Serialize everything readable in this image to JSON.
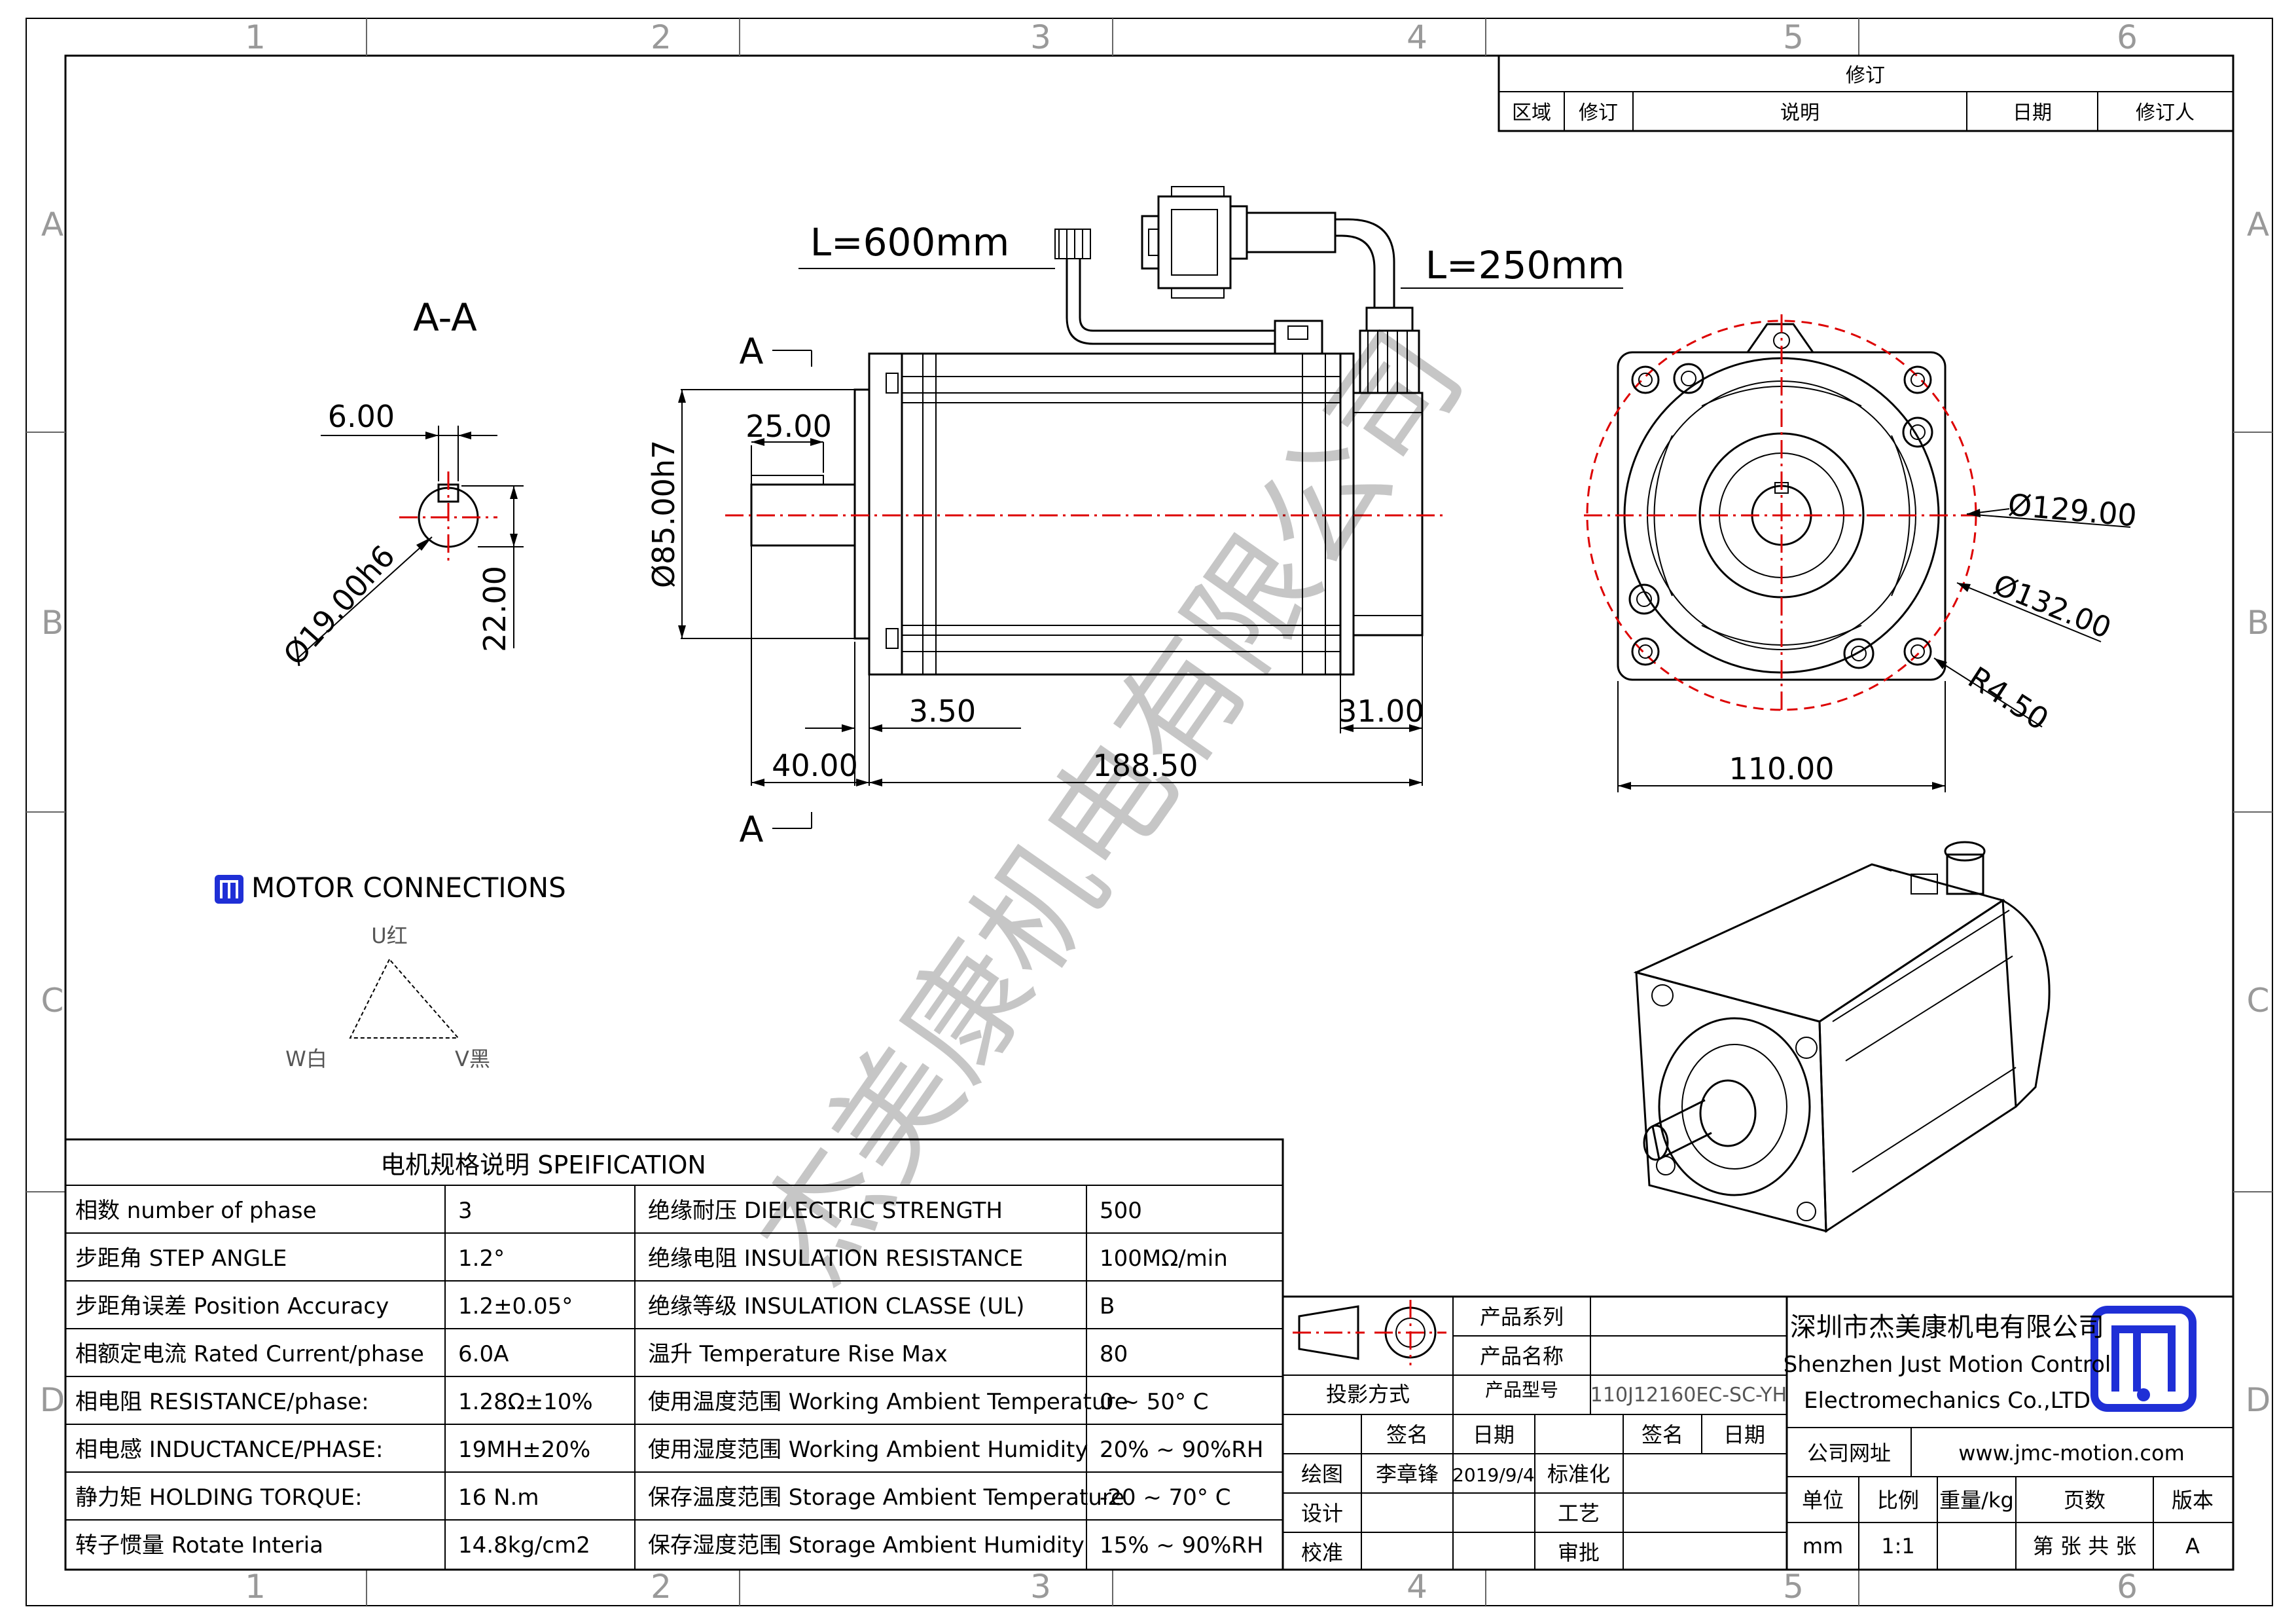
{
  "frame": {
    "col_labels": [
      "1",
      "2",
      "3",
      "4",
      "5",
      "6"
    ],
    "row_labels": [
      "A",
      "B",
      "C",
      "D"
    ]
  },
  "revision_table": {
    "title": "修订",
    "headers": [
      "区域",
      "修订",
      "说明",
      "日期",
      "修订人"
    ]
  },
  "views": {
    "section_title": "A-A",
    "section_marker": "A",
    "dims": {
      "key_width": "6.00",
      "shaft_dia": "Ø19.00h6",
      "key_depth": "22.00",
      "shaft_key_len": "25.00",
      "pilot_dia": "Ø85.00h7",
      "pilot_len": "3.50",
      "encoder_len": "31.00",
      "shaft_len": "40.00",
      "body_len": "188.50",
      "cable_power": "L=600mm",
      "cable_encoder": "L=250mm",
      "bolt_circle": "Ø129.00",
      "outer_circle": "Ø132.00",
      "corner_radius": "R4.50",
      "flange_size": "110.00"
    }
  },
  "watermark": "杰美康机电有限公司",
  "connections": {
    "title": "MOTOR CONNECTIONS",
    "u_label": "U红",
    "v_label": "V黑",
    "w_label": "W白"
  },
  "spec": {
    "title": "电机规格说明 SPEIFICATION",
    "rows": [
      {
        "l1": "相数 number of phase",
        "v1": "3",
        "l2": "绝缘耐压 DIELECTRIC STRENGTH",
        "v2": "500"
      },
      {
        "l1": "步距角 STEP ANGLE",
        "v1": "1.2°",
        "l2": "绝缘电阻 INSULATION RESISTANCE",
        "v2": "100MΩ/min"
      },
      {
        "l1": "步距角误差 Position Accuracy",
        "v1": "1.2±0.05°",
        "l2": "绝缘等级 INSULATION CLASSE (UL)",
        "v2": "B"
      },
      {
        "l1": "相额定电流 Rated Current/phase",
        "v1": "6.0A",
        "l2": "温升 Temperature Rise Max",
        "v2": "80"
      },
      {
        "l1": "相电阻 RESISTANCE/phase:",
        "v1": "1.28Ω±10%",
        "l2": "使用温度范围 Working Ambient Temperature",
        "v2": "0 ~ 50° C"
      },
      {
        "l1": "相电感 INDUCTANCE/PHASE:",
        "v1": "19MH±20%",
        "l2": "使用湿度范围 Working Ambient Humidity",
        "v2": "20% ~ 90%RH"
      },
      {
        "l1": "静力矩 HOLDING TORQUE:",
        "v1": "16 N.m",
        "l2": "保存温度范围 Storage Ambient Temperature",
        "v2": "-20 ~ 70° C"
      },
      {
        "l1": "转子惯量 Rotate Interia",
        "v1": "14.8kg/cm2",
        "l2": "保存湿度范围 Storage Ambient Humidity",
        "v2": "15% ~ 90%RH"
      }
    ]
  },
  "titleblock": {
    "projection": "投影方式",
    "product_series": "产品系列",
    "product_name": "产品名称",
    "product_model_label": "产品型号",
    "product_model": "110J12160EC-SC-YH",
    "sign": "签名",
    "date": "日期",
    "sign2": "签名",
    "date2": "日期",
    "draw": "绘图",
    "drawer": "李章锋",
    "draw_date": "2019/9/4",
    "standardize": "标准化",
    "design": "设计",
    "process": "工艺",
    "check": "校准",
    "approve": "审批",
    "company_cn": "深圳市杰美康机电有限公司",
    "company_en1": "Shenzhen Just Motion Control",
    "company_en2": "Electromechanics Co.,LTD",
    "website_label": "公司网址",
    "website": "www.jmc-motion.com",
    "unit_label": "单位",
    "scale_label": "比例",
    "weight_label": "重量/kg",
    "pages_label": "页数",
    "version_label": "版本",
    "unit": "mm",
    "scale": "1:1",
    "pages": "第 张 共 张",
    "version": "A"
  },
  "colors": {
    "line": "#000000",
    "center": "#dd0000",
    "logo": "#1f2fd6"
  }
}
